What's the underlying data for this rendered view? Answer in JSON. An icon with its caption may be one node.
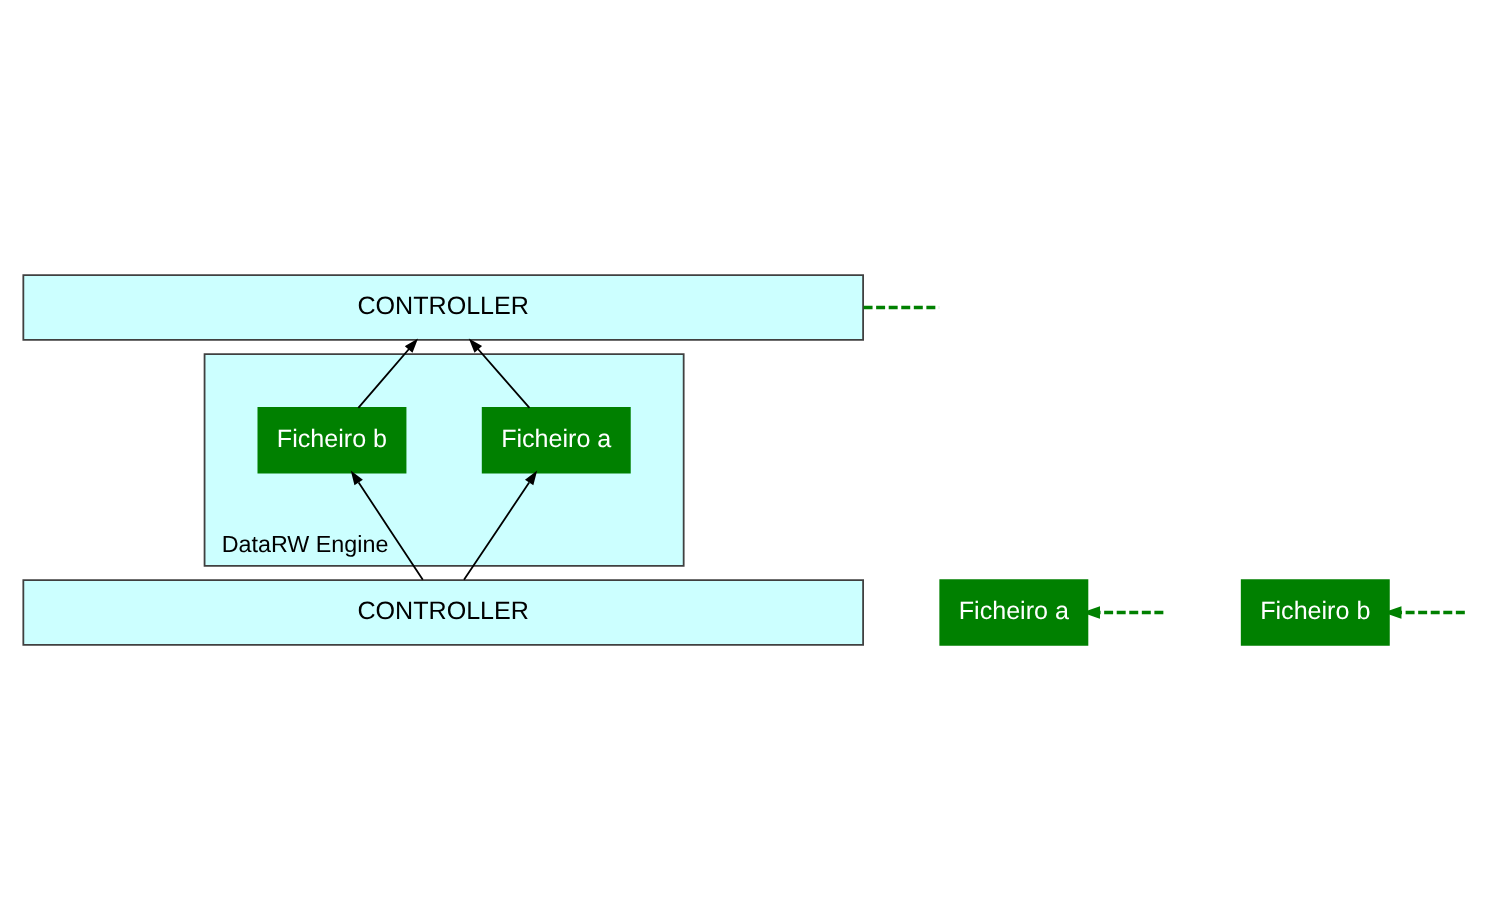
{
  "diagram": {
    "nodes": [
      {
        "text": [
          "CONTROLLER"
        ]
      },
      {
        "text": [
          "DataRW Engine"
        ]
      },
      {
        "text": [
          "Ficheiro a"
        ],
        "in": 1
      },
      {
        "text": [
          "Ficheiro b"
        ],
        "in": 1
      },
      {
        "text": [
          "CONTROLLER"
        ]
      },
      {
        "text": [
          "Ficheiro a"
        ]
      },
      {
        "text": [
          "Ficheiro b"
        ]
      }
    ],
    "edges": [
      {
        "from": 4,
        "to": 2,
        "arrow": "to"
      },
      {
        "from": 2,
        "to": 0,
        "arrow": "to"
      },
      {
        "from": 4,
        "to": 3,
        "arrow": "to"
      },
      {
        "from": 3,
        "to": 0,
        "arrow": "to"
      },
      {
        "from": 0,
        "to": null,
        "arrow": "none",
        "style": "dashed",
        "color": "#008000"
      },
      {
        "from": null,
        "to": 5,
        "arrow": "to",
        "style": "dashed",
        "color": "#008000"
      },
      {
        "from": null,
        "to": 6,
        "arrow": "to",
        "style": "dashed",
        "color": "#008000"
      }
    ]
  }
}
